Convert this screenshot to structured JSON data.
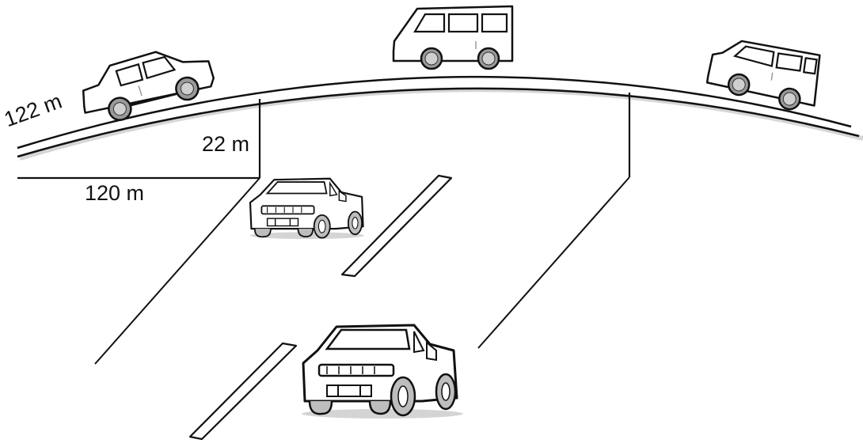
{
  "figure": {
    "description": "Overpass bridge with a right-triangle ramp and vehicles",
    "labels": {
      "hypotenuse": "122 m",
      "height": "22 m",
      "base": "120 m"
    },
    "colors": {
      "line": "#111111",
      "wheel_outer": "#9a9a9a",
      "wheel_inner": "#cfcfcf",
      "shadow": "#d4d4d4",
      "background": "#ffffff"
    },
    "vehicles": [
      {
        "type": "sedan",
        "location": "bridge-left-ramp"
      },
      {
        "type": "minibus",
        "location": "bridge-top"
      },
      {
        "type": "van",
        "location": "bridge-right-ramp"
      },
      {
        "type": "suv",
        "location": "lower-road-far"
      },
      {
        "type": "suv",
        "location": "lower-road-near"
      }
    ]
  }
}
